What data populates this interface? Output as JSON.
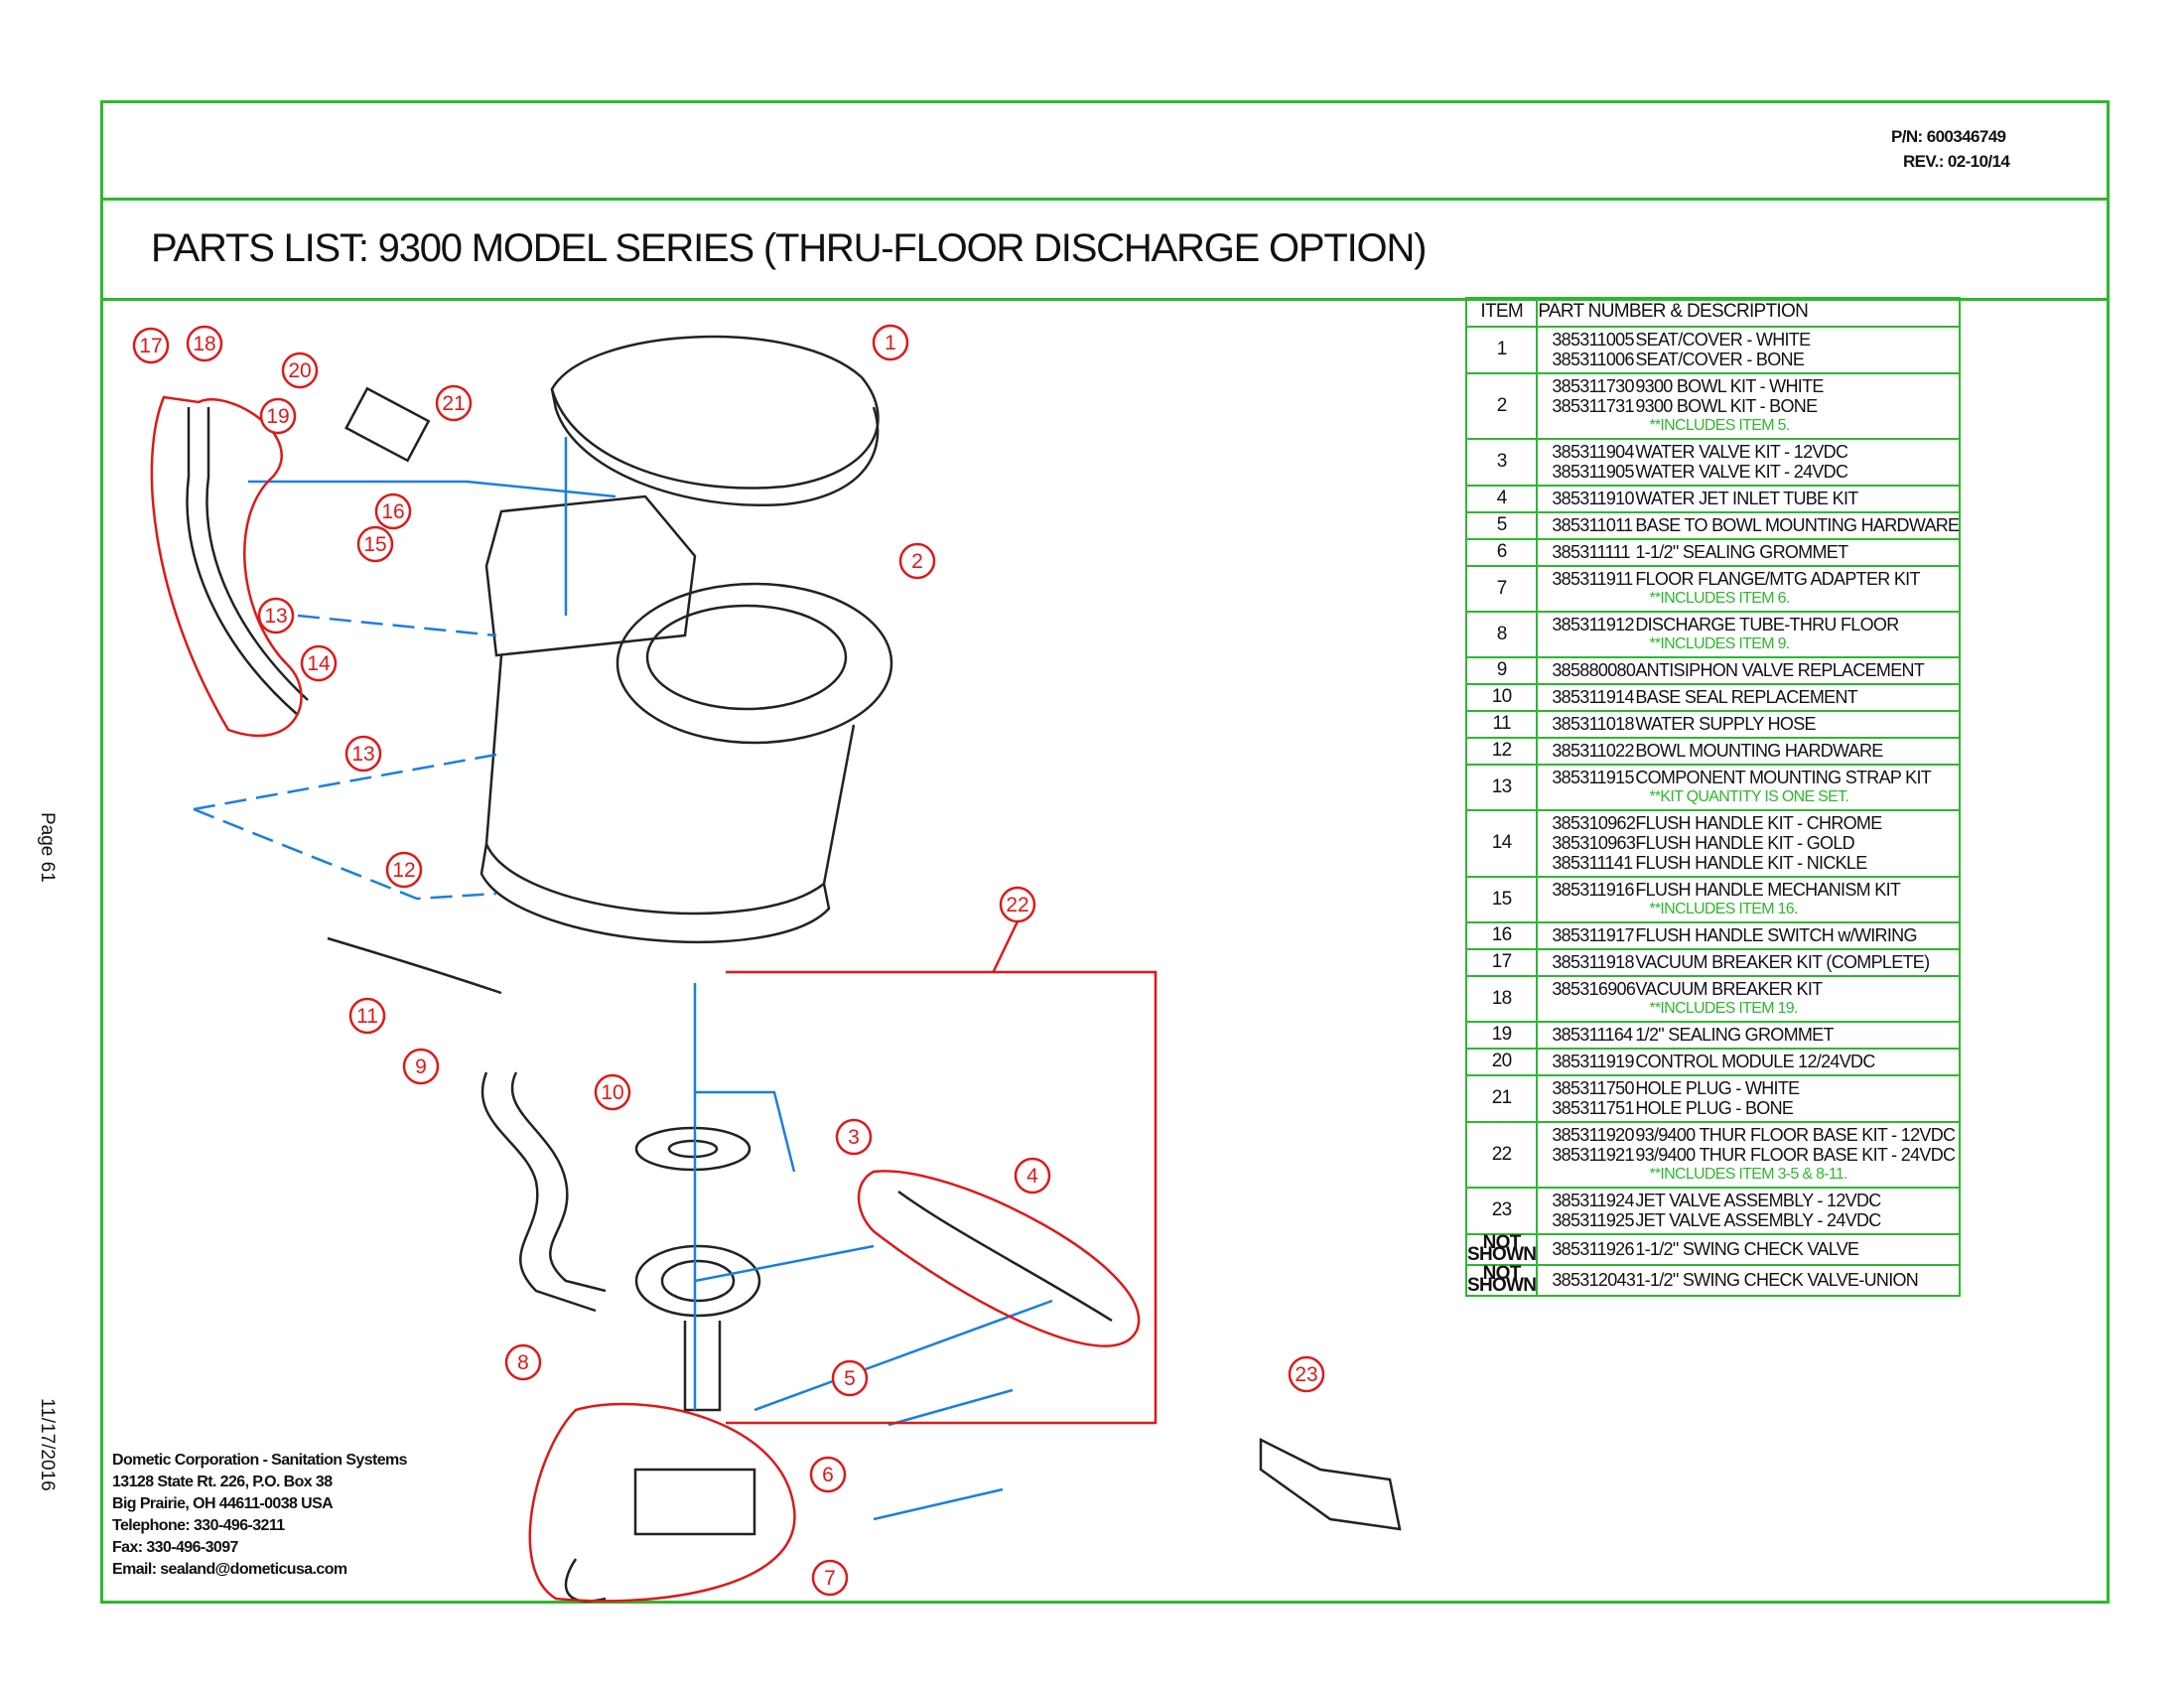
{
  "header": {
    "pn": "P/N:  600346749",
    "rev": "REV.:  02-10/14",
    "title": "PARTS LIST:  9300 MODEL SERIES (THRU-FLOOR DISCHARGE OPTION)"
  },
  "side": {
    "page": "Page 61",
    "date": "11/17/2016"
  },
  "footer": {
    "lines": [
      "Dometic Corporation - Sanitation Systems",
      "13128 State Rt. 226, P.O. Box 38",
      "Big Prairie, OH 44611-0038 USA",
      "Telephone: 330-496-3211",
      "Fax: 330-496-3097",
      "Email: sealand@dometicusa.com"
    ]
  },
  "table": {
    "headers": {
      "item": "ITEM",
      "desc": "PART NUMBER & DESCRIPTION"
    },
    "rows": [
      {
        "item": "1",
        "parts": [
          {
            "pn": "385311005",
            "desc": "SEAT/COVER - WHITE"
          },
          {
            "pn": "385311006",
            "desc": "SEAT/COVER - BONE"
          }
        ]
      },
      {
        "item": "2",
        "parts": [
          {
            "pn": "385311730",
            "desc": "9300 BOWL KIT - WHITE"
          },
          {
            "pn": "385311731",
            "desc": "9300 BOWL KIT - BONE"
          }
        ],
        "note": "**INCLUDES ITEM 5."
      },
      {
        "item": "3",
        "parts": [
          {
            "pn": "385311904",
            "desc": "WATER VALVE KIT - 12VDC"
          },
          {
            "pn": "385311905",
            "desc": "WATER VALVE KIT - 24VDC"
          }
        ]
      },
      {
        "item": "4",
        "parts": [
          {
            "pn": "385311910",
            "desc": "WATER JET INLET TUBE KIT"
          }
        ]
      },
      {
        "item": "5",
        "parts": [
          {
            "pn": "385311011",
            "desc": "BASE TO BOWL MOUNTING HARDWARE"
          }
        ]
      },
      {
        "item": "6",
        "parts": [
          {
            "pn": "385311111",
            "desc": "1-1/2\" SEALING GROMMET"
          }
        ]
      },
      {
        "item": "7",
        "parts": [
          {
            "pn": "385311911",
            "desc": "FLOOR FLANGE/MTG ADAPTER KIT"
          }
        ],
        "note": "**INCLUDES ITEM 6."
      },
      {
        "item": "8",
        "parts": [
          {
            "pn": "385311912",
            "desc": "DISCHARGE TUBE-THRU FLOOR"
          }
        ],
        "note": "**INCLUDES ITEM 9."
      },
      {
        "item": "9",
        "parts": [
          {
            "pn": "385880080",
            "desc": "ANTISIPHON VALVE REPLACEMENT"
          }
        ]
      },
      {
        "item": "10",
        "parts": [
          {
            "pn": "385311914",
            "desc": "BASE SEAL REPLACEMENT"
          }
        ]
      },
      {
        "item": "11",
        "parts": [
          {
            "pn": "385311018",
            "desc": "WATER SUPPLY HOSE"
          }
        ]
      },
      {
        "item": "12",
        "parts": [
          {
            "pn": "385311022",
            "desc": "BOWL MOUNTING HARDWARE"
          }
        ]
      },
      {
        "item": "13",
        "parts": [
          {
            "pn": "385311915",
            "desc": "COMPONENT MOUNTING STRAP KIT"
          }
        ],
        "note": "**KIT QUANTITY IS ONE SET."
      },
      {
        "item": "14",
        "parts": [
          {
            "pn": "385310962",
            "desc": "FLUSH HANDLE KIT - CHROME"
          },
          {
            "pn": "385310963",
            "desc": "FLUSH HANDLE KIT - GOLD"
          },
          {
            "pn": "385311141",
            "desc": "FLUSH HANDLE KIT - NICKLE"
          }
        ]
      },
      {
        "item": "15",
        "parts": [
          {
            "pn": "385311916",
            "desc": "FLUSH HANDLE MECHANISM KIT"
          }
        ],
        "note": "**INCLUDES ITEM 16."
      },
      {
        "item": "16",
        "parts": [
          {
            "pn": "385311917",
            "desc": "FLUSH HANDLE SWITCH w/WIRING"
          }
        ]
      },
      {
        "item": "17",
        "parts": [
          {
            "pn": "385311918",
            "desc": "VACUUM BREAKER KIT (COMPLETE)"
          }
        ]
      },
      {
        "item": "18",
        "parts": [
          {
            "pn": "385316906",
            "desc": "VACUUM BREAKER KIT"
          }
        ],
        "note": "**INCLUDES ITEM 19."
      },
      {
        "item": "19",
        "parts": [
          {
            "pn": "385311164",
            "desc": "1/2\" SEALING GROMMET"
          }
        ]
      },
      {
        "item": "20",
        "parts": [
          {
            "pn": "385311919",
            "desc": "CONTROL MODULE 12/24VDC"
          }
        ]
      },
      {
        "item": "21",
        "parts": [
          {
            "pn": "385311750",
            "desc": "HOLE PLUG - WHITE"
          },
          {
            "pn": "385311751",
            "desc": "HOLE PLUG - BONE"
          }
        ]
      },
      {
        "item": "22",
        "parts": [
          {
            "pn": "385311920",
            "desc": "93/9400 THUR FLOOR BASE KIT - 12VDC"
          },
          {
            "pn": "385311921",
            "desc": "93/9400 THUR FLOOR BASE KIT - 24VDC"
          }
        ],
        "note": "**INCLUDES ITEM 3-5 & 8-11."
      },
      {
        "item": "23",
        "parts": [
          {
            "pn": "385311924",
            "desc": "JET VALVE ASSEMBLY - 12VDC"
          },
          {
            "pn": "385311925",
            "desc": "JET VALVE ASSEMBLY - 24VDC"
          }
        ]
      },
      {
        "item": "NOT SHOWN",
        "parts": [
          {
            "pn": "385311926",
            "desc": "1-1/2\" SWING CHECK VALVE"
          }
        ]
      },
      {
        "item": "NOT SHOWN",
        "parts": [
          {
            "pn": "385312043",
            "desc": "1-1/2\" SWING CHECK VALVE-UNION"
          }
        ]
      }
    ]
  },
  "diagram": {
    "callouts": [
      "1",
      "2",
      "17",
      "18",
      "20",
      "21",
      "19",
      "16",
      "15",
      "13",
      "14",
      "13",
      "12",
      "22",
      "11",
      "9",
      "10",
      "3",
      "4",
      "8",
      "5",
      "23",
      "6",
      "7"
    ],
    "colors": {
      "callout": "#e01818",
      "leader": "#1a7fe0",
      "border": "#2db82d"
    }
  }
}
